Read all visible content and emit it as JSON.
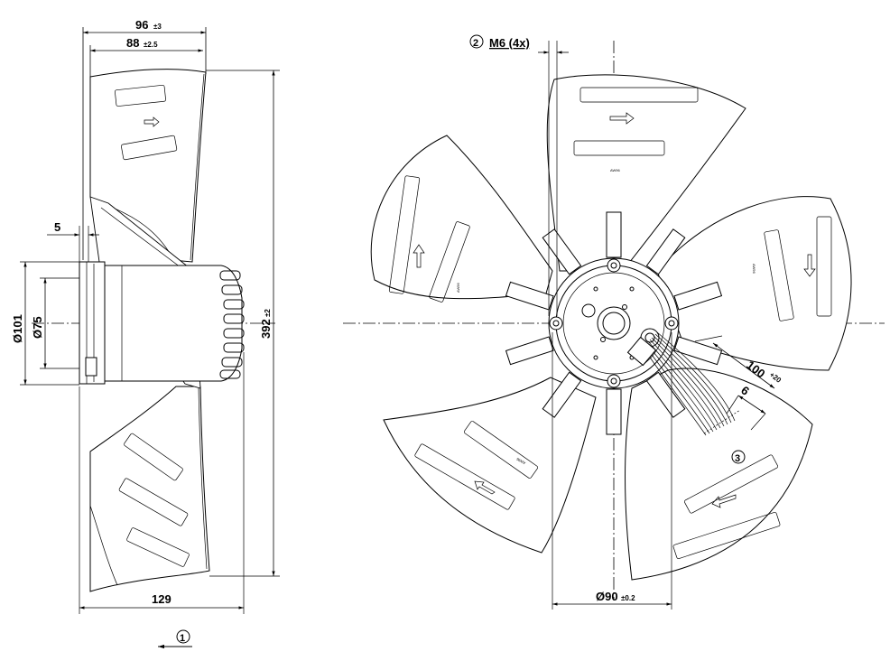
{
  "side_view": {
    "dim_width_total": "96",
    "dim_width_total_tol": "±3",
    "dim_width_blade": "88",
    "dim_width_blade_tol": "±2.5",
    "dim_offset": "5",
    "dim_dia_outer": "Ø101",
    "dim_dia_inner": "Ø75",
    "dim_height": "392",
    "dim_height_tol": "±2",
    "dim_depth": "129",
    "airflow_marker": "1"
  },
  "front_view": {
    "callout_thread_num": "2",
    "callout_thread": "M6 (4x)",
    "dim_cable_length": "100",
    "dim_cable_length_tol": "+20",
    "dim_strip_length": "6",
    "callout_cable_num": "3",
    "dim_bolt_circle": "Ø90",
    "dim_bolt_circle_tol": "±0.2"
  },
  "blade_marking": "AW96",
  "colors": {
    "line": "#000000",
    "background": "#ffffff"
  }
}
